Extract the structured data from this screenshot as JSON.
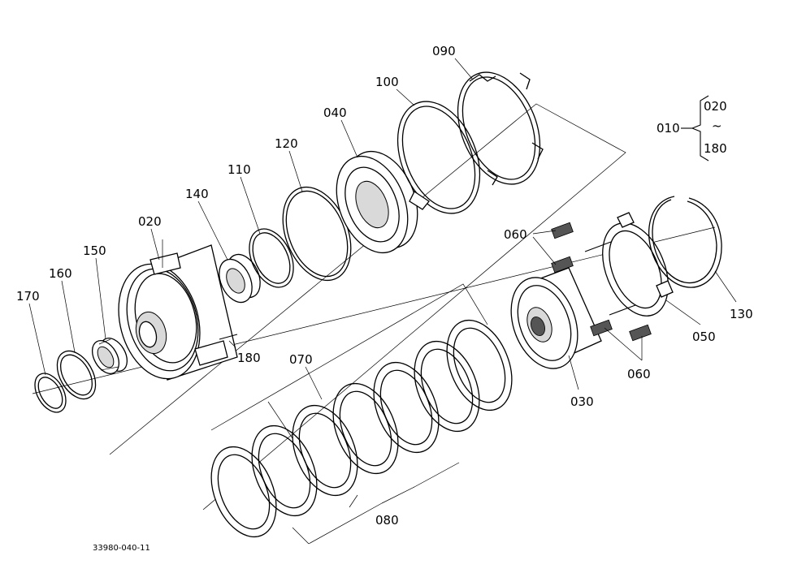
{
  "diagram": {
    "labels": {
      "p010": "010",
      "p020": "020",
      "p030": "030",
      "p040": "040",
      "p050": "050",
      "p060a": "060",
      "p060b": "060",
      "p070": "070",
      "p080": "080",
      "p090": "090",
      "p100": "100",
      "p110": "110",
      "p120": "120",
      "p130": "130",
      "p140": "140",
      "p150": "150",
      "p160": "160",
      "p170": "170",
      "p180": "180"
    },
    "bracket": {
      "main": "010",
      "top": "020",
      "mid": "~",
      "bottom": "180"
    },
    "reference_code": "33980-040-11"
  }
}
